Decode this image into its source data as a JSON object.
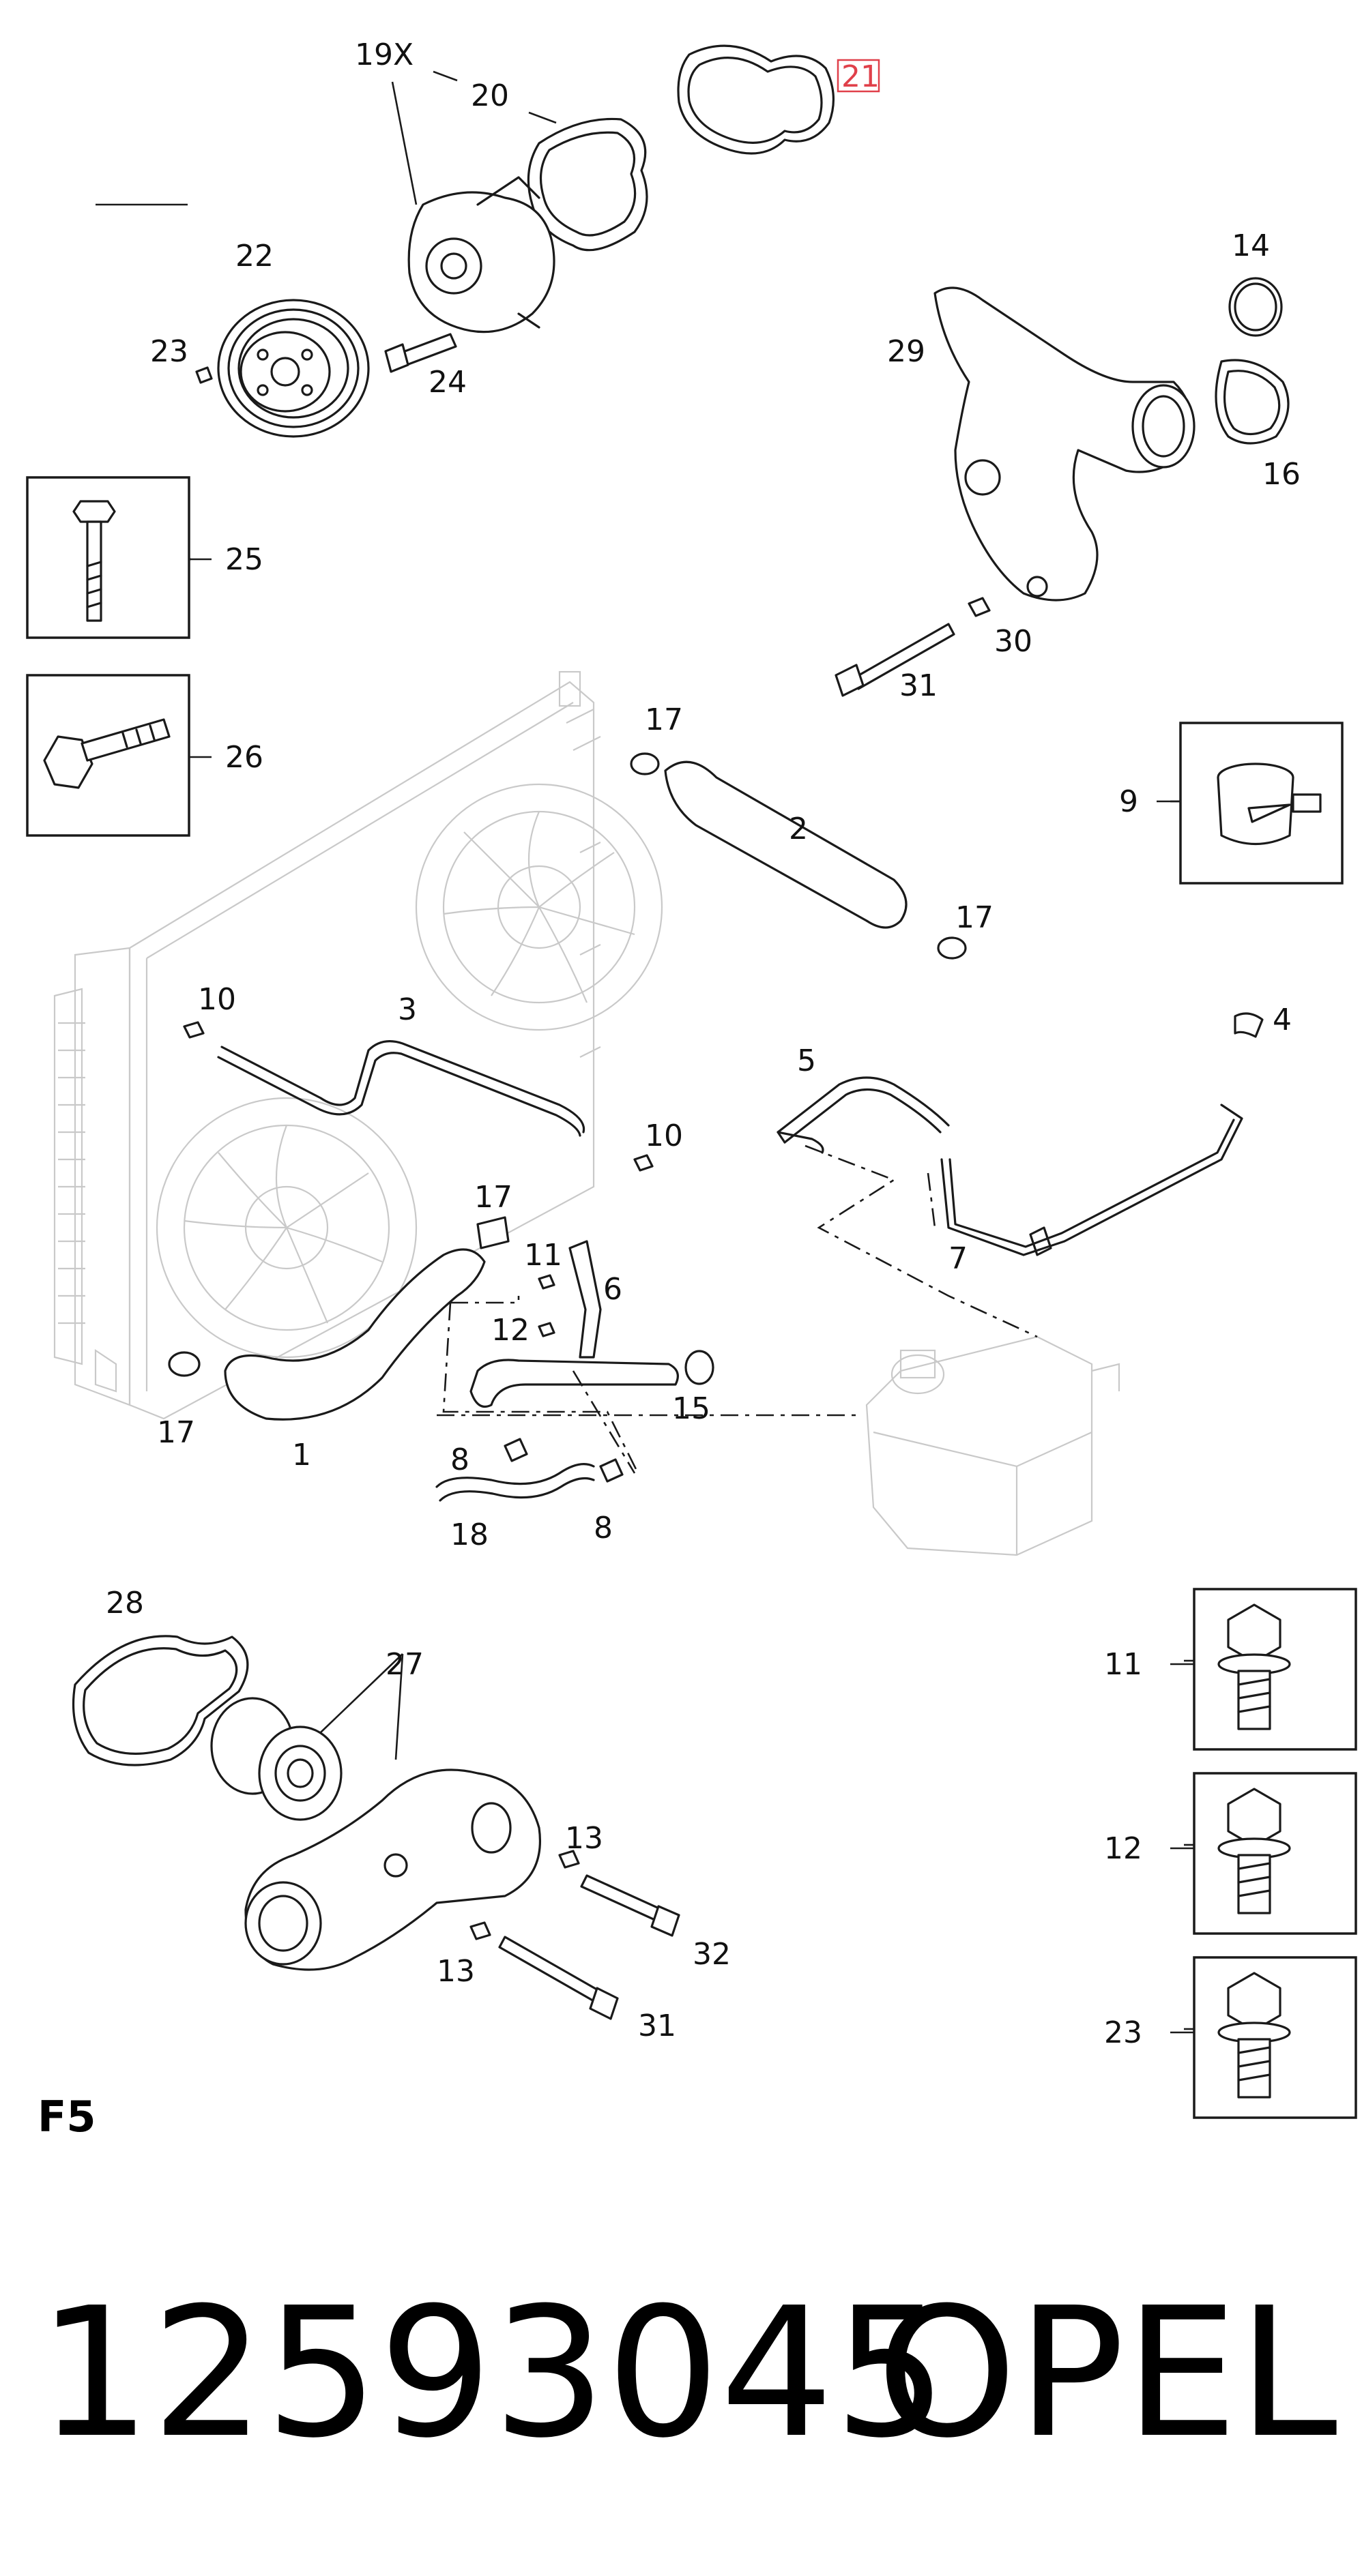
{
  "diagram": {
    "callouts": {
      "c19x": "19X",
      "c20": "20",
      "c21": "21",
      "c22": "22",
      "c23a": "23",
      "c24": "24",
      "c14": "14",
      "c29": "29",
      "c16": "16",
      "c25": "25",
      "c26": "26",
      "c30": "30",
      "c31a": "31",
      "c17a": "17",
      "c2": "2",
      "c9": "9",
      "c17b": "17",
      "c10a": "10",
      "c3": "3",
      "c4": "4",
      "c5": "5",
      "c10b": "10",
      "c7": "7",
      "c17c": "17",
      "c11a": "11",
      "c6": "6",
      "c12a": "12",
      "c15": "15",
      "c17d": "17",
      "c1": "1",
      "c8a": "8",
      "c18": "18",
      "c8b": "8",
      "c28": "28",
      "c27": "27",
      "c13a": "13",
      "c32": "32",
      "c13b": "13",
      "c31b": "31",
      "c11b": "11",
      "c12b": "12",
      "c23b": "23"
    },
    "highlighted_callout": "21",
    "highlight_color": "#e0404a",
    "sheet_code": "F5"
  },
  "footer": {
    "part_number": "12593045",
    "brand": "OPEL"
  }
}
